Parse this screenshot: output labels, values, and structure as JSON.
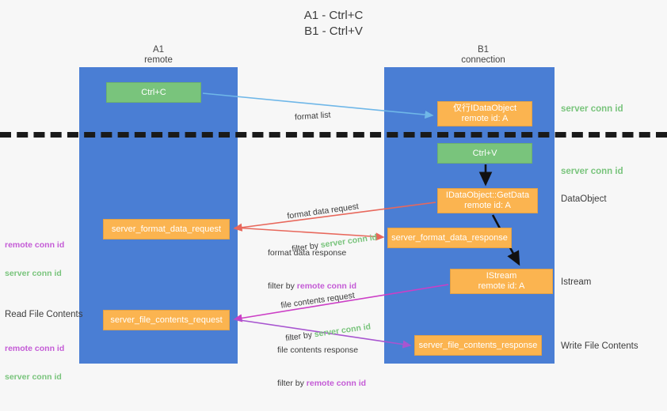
{
  "title": "A1 - Ctrl+C\nB1 - Ctrl+V",
  "columns": {
    "left": {
      "name": "A1",
      "sub": "remote",
      "header": "A1\nremote"
    },
    "right": {
      "name": "B1",
      "sub": "connection",
      "header": "B1\nconnection"
    }
  },
  "boxes": {
    "ctrl_c": "Ctrl+C",
    "idataobject": "仅行IDataObject\nremote id: A",
    "ctrl_v": "Ctrl+V",
    "getdata": "IDataObject::GetData\nremote id: A",
    "server_format_data_request": "server_format_data_request",
    "server_format_data_response": "server_format_data_response",
    "istream": "IStream\nremote id: A",
    "server_file_contents_request": "server_file_contents_request",
    "server_file_contents_response": "server_file_contents_response"
  },
  "right_labels": {
    "server_conn_id_top": "server conn id",
    "server_conn_id_mid": "server conn id",
    "dataobject": "DataObject",
    "istream": "Istream",
    "write_file_contents": "Write File Contents"
  },
  "left_labels": {
    "remote_conn_id_1": "remote conn id",
    "server_conn_id_1": "server conn id",
    "read_file_contents": "Read File Contents",
    "remote_conn_id_2": "remote conn id",
    "server_conn_id_2": "server conn id"
  },
  "arrow_labels": {
    "format_list": "format list",
    "format_data_request": "format data request",
    "format_data_request_filter_prefix": "filter by ",
    "format_data_request_filter_value": "server conn id",
    "format_data_response": "format data response",
    "format_data_response_filter_prefix": "filter by ",
    "format_data_response_filter_value": "remote conn id",
    "file_contents_request": "file contents request",
    "file_contents_request_filter_prefix": "filter by ",
    "file_contents_request_filter_value": "server conn id",
    "file_contents_response": "file contents response",
    "file_contents_response_filter_prefix": "filter by ",
    "file_contents_response_filter_value": "remote conn id"
  },
  "colors": {
    "lane": "#4a7ed4",
    "green_box": "#79c47c",
    "orange_box": "#fbb450",
    "server_conn_id": "#79c47c",
    "remote_conn_id": "#c45bd6",
    "arrow_blue": "#6fb7e8",
    "arrow_red": "#e8685c",
    "arrow_magenta": "#cc3fc6",
    "arrow_purple": "#a855d0",
    "arrow_black": "#111111",
    "background": "#f7f7f7",
    "dashed_line": "#1a1a1a"
  }
}
